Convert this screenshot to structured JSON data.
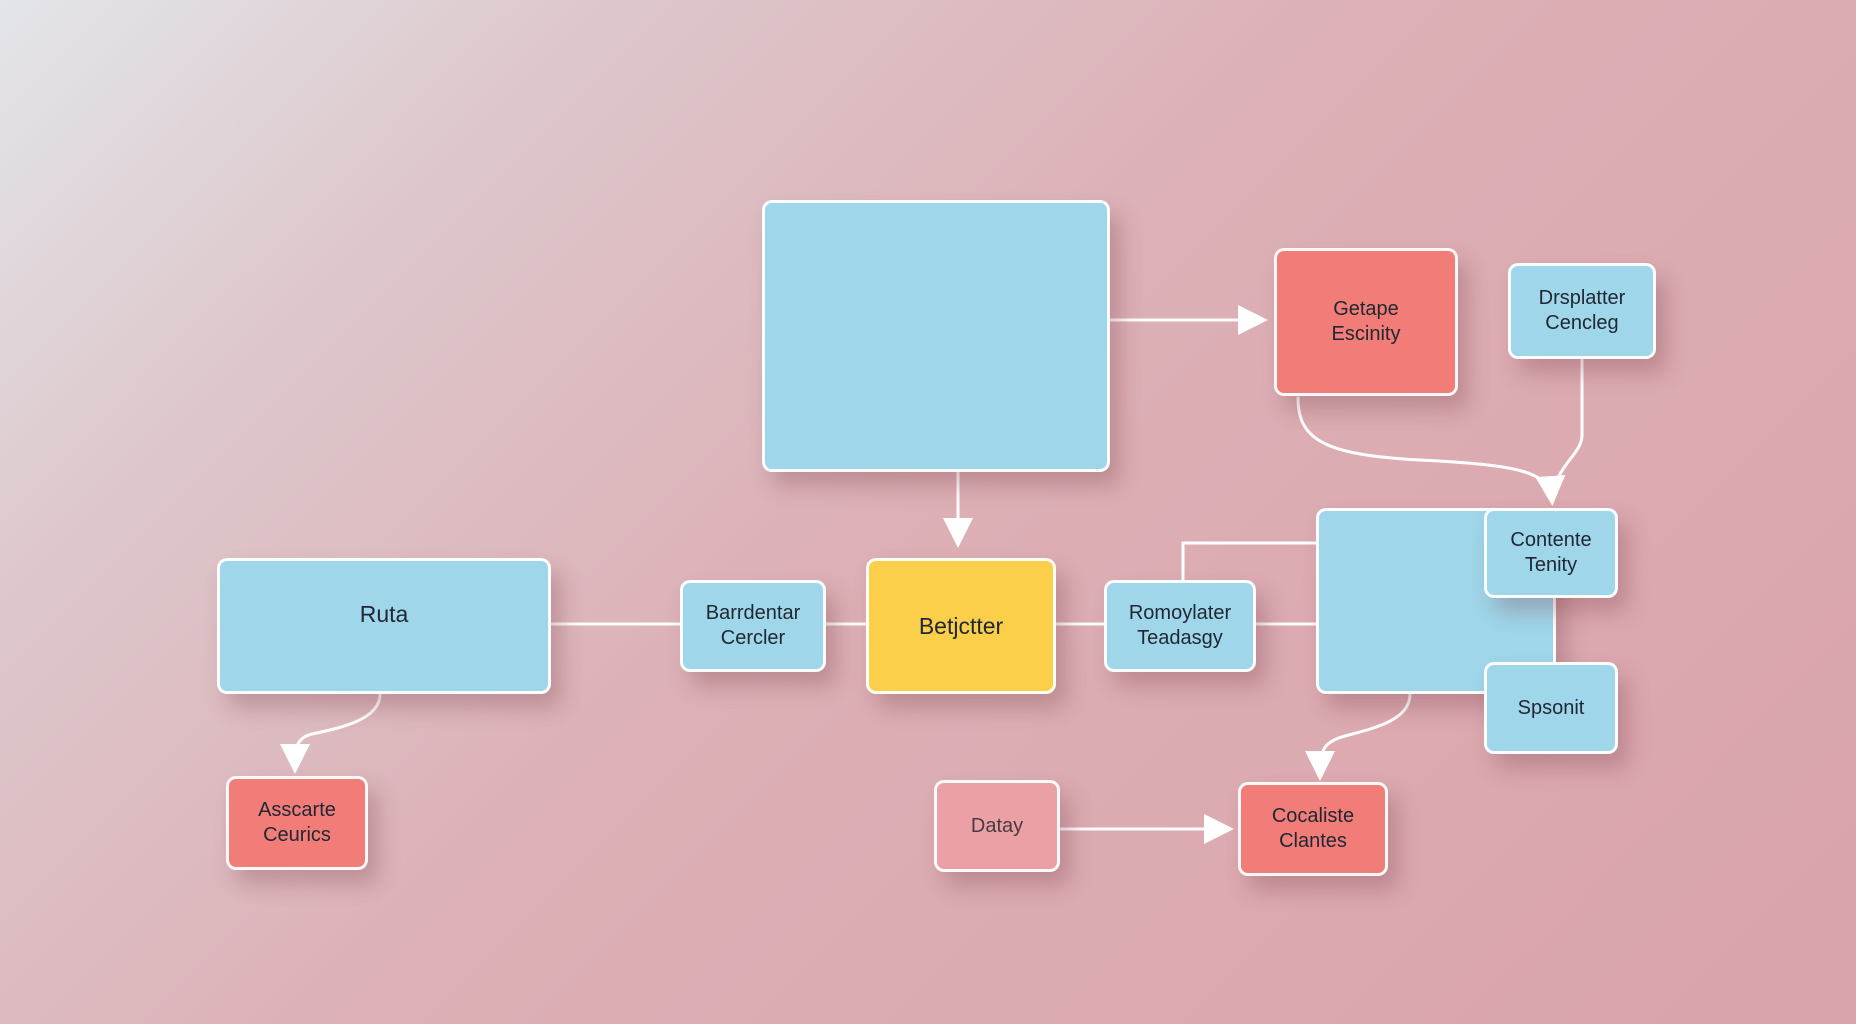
{
  "colors": {
    "blue": "#9fd6ea",
    "red": "#f27d78",
    "yellow": "#fbcf4a",
    "pink": "#eba0a6",
    "connector": "#ffffff"
  },
  "nodes": {
    "top_center": {
      "label": ""
    },
    "getape": {
      "label": "Getape\nEscinity"
    },
    "drsplatter": {
      "label": "Drsplatter\nCencleg"
    },
    "ruta": {
      "label": "Ruta"
    },
    "barrdentar": {
      "label": "Barrdentar\nCercler"
    },
    "betjctter": {
      "label": "Betjctter"
    },
    "romoylater": {
      "label": "Romoylater\nTeadasgy"
    },
    "right_hub": {
      "label": ""
    },
    "contente": {
      "label": "Contente\nTenity"
    },
    "spsonit": {
      "label": "Spsonit"
    },
    "asscarte": {
      "label": "Asscarte\nCeurics"
    },
    "datay": {
      "label": "Datay"
    },
    "cocaliste": {
      "label": "Cocaliste\nClantes"
    }
  }
}
